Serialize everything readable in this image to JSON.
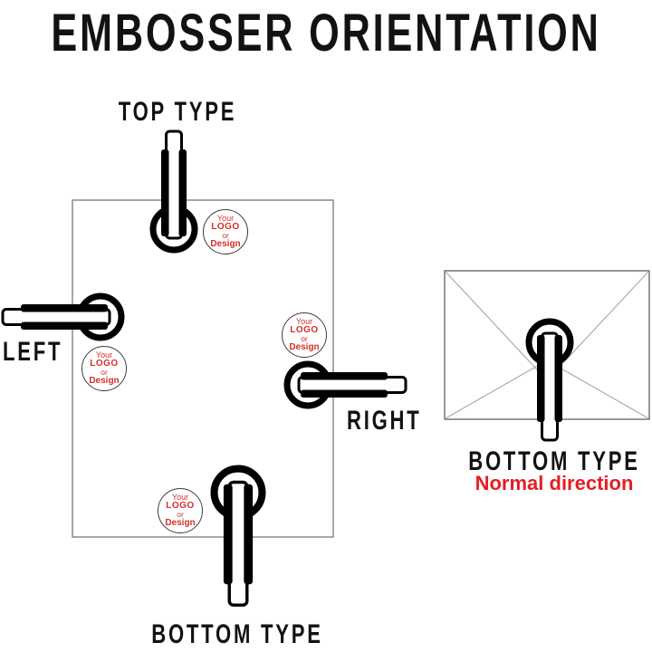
{
  "title": "EMBOSSER ORIENTATION",
  "labels": {
    "top": "TOP TYPE",
    "left": "LEFT",
    "right": "RIGHT",
    "bottom": "BOTTOM TYPE",
    "envelope_type": "BOTTOM TYPE",
    "envelope_note": "Normal direction"
  },
  "stamp": {
    "line1": "Your",
    "line2": "LOGO",
    "line3": "or",
    "line4": "Design"
  },
  "colors": {
    "tool_black": "#000000",
    "label_black": "#121212",
    "stamp_text_red": "#d3302a",
    "note_red": "#e41e25",
    "paper_border_gray": "#8a8a8a",
    "envelope_border_gray": "#777777",
    "envelope_flap_gray": "#ababab"
  }
}
